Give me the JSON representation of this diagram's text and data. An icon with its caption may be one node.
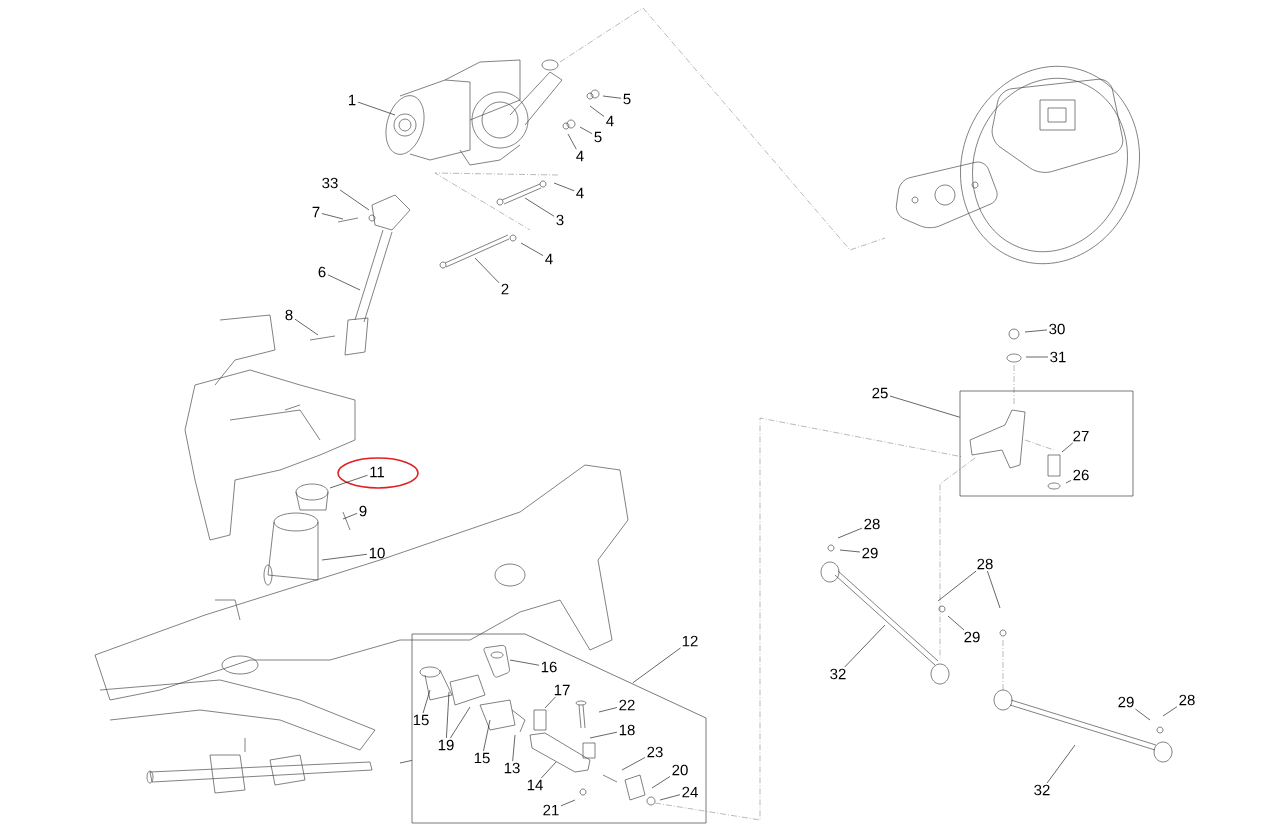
{
  "diagram": {
    "nodes": [
      {
        "text": [
          "1"
        ]
      },
      {
        "text": [
          "5"
        ]
      },
      {
        "text": [
          "4"
        ]
      },
      {
        "text": [
          "5"
        ]
      },
      {
        "text": [
          "4"
        ]
      },
      {
        "text": [
          "33"
        ]
      },
      {
        "text": [
          "4"
        ]
      },
      {
        "text": [
          "7"
        ]
      },
      {
        "text": [
          "3"
        ]
      },
      {
        "text": [
          "4"
        ]
      },
      {
        "text": [
          "6"
        ]
      },
      {
        "text": [
          "2"
        ]
      },
      {
        "text": [
          "8"
        ]
      },
      {
        "text": [
          "30"
        ]
      },
      {
        "text": [
          "31"
        ]
      },
      {
        "text": [
          "25"
        ]
      },
      {
        "text": [],
        "shape": "box"
      },
      {
        "text": [
          "27"
        ],
        "in": 16
      },
      {
        "text": [
          "26"
        ],
        "in": 16
      },
      {
        "text": [
          "11"
        ]
      },
      {
        "text": [
          "9"
        ]
      },
      {
        "text": [
          "28"
        ]
      },
      {
        "text": [
          "29"
        ]
      },
      {
        "text": [
          "10"
        ]
      },
      {
        "text": [
          "28"
        ]
      },
      {
        "text": [
          "29"
        ]
      },
      {
        "text": [
          "12"
        ]
      },
      {
        "text": [],
        "shape": "box"
      },
      {
        "text": [
          "16"
        ],
        "in": 27
      },
      {
        "text": [
          "32"
        ]
      },
      {
        "text": [
          "17"
        ],
        "in": 27
      },
      {
        "text": [
          "29"
        ]
      },
      {
        "text": [
          "28"
        ]
      },
      {
        "text": [
          "22"
        ],
        "in": 27
      },
      {
        "text": [
          "15"
        ],
        "in": 27
      },
      {
        "text": [
          "18"
        ],
        "in": 27
      },
      {
        "text": [
          "19"
        ],
        "in": 27
      },
      {
        "text": [
          "23"
        ],
        "in": 27
      },
      {
        "text": [
          "15"
        ],
        "in": 27
      },
      {
        "text": [
          "13"
        ],
        "in": 27
      },
      {
        "text": [
          "20"
        ],
        "in": 27
      },
      {
        "text": [
          "14"
        ],
        "in": 27
      },
      {
        "text": [
          "32"
        ]
      },
      {
        "text": [
          "24"
        ],
        "in": 27
      },
      {
        "text": [
          "21"
        ],
        "in": 27
      }
    ],
    "edges": [
      {
        "from": 0,
        "to": null,
        "arrow": "none"
      },
      {
        "from": 1,
        "to": null,
        "arrow": "none"
      },
      {
        "from": 2,
        "to": null,
        "arrow": "none"
      },
      {
        "from": 3,
        "to": null,
        "arrow": "none"
      },
      {
        "from": 4,
        "to": null,
        "arrow": "none"
      },
      {
        "from": 5,
        "to": null,
        "arrow": "none"
      },
      {
        "from": 6,
        "to": null,
        "arrow": "none"
      },
      {
        "from": 7,
        "to": null,
        "arrow": "none"
      },
      {
        "from": 8,
        "to": null,
        "arrow": "none"
      },
      {
        "from": 9,
        "to": null,
        "arrow": "none"
      },
      {
        "from": 10,
        "to": null,
        "arrow": "none"
      },
      {
        "from": 11,
        "to": null,
        "arrow": "none"
      },
      {
        "from": 12,
        "to": null,
        "arrow": "none"
      },
      {
        "from": 13,
        "to": null,
        "arrow": "none"
      },
      {
        "from": 14,
        "to": null,
        "arrow": "none"
      },
      {
        "from": 15,
        "to": 16,
        "arrow": "none"
      },
      {
        "from": 17,
        "to": null,
        "arrow": "none"
      },
      {
        "from": 18,
        "to": null,
        "arrow": "none"
      },
      {
        "from": 19,
        "to": null,
        "arrow": "none"
      },
      {
        "from": 20,
        "to": null,
        "arrow": "none"
      },
      {
        "from": 21,
        "to": null,
        "arrow": "none"
      },
      {
        "from": 22,
        "to": null,
        "arrow": "none"
      },
      {
        "from": 23,
        "to": null,
        "arrow": "none"
      },
      {
        "from": 24,
        "to": null,
        "arrow": "none"
      },
      {
        "from": 24,
        "to": null,
        "arrow": "none"
      },
      {
        "from": 25,
        "to": null,
        "arrow": "none"
      },
      {
        "from": 26,
        "to": 27,
        "arrow": "none"
      },
      {
        "from": 28,
        "to": null,
        "arrow": "none"
      },
      {
        "from": 29,
        "to": null,
        "arrow": "none"
      },
      {
        "from": 30,
        "to": null,
        "arrow": "none"
      },
      {
        "from": 31,
        "to": null,
        "arrow": "none"
      },
      {
        "from": 32,
        "to": null,
        "arrow": "none"
      },
      {
        "from": 33,
        "to": null,
        "arrow": "none"
      },
      {
        "from": 34,
        "to": null,
        "arrow": "none"
      },
      {
        "from": 35,
        "to": null,
        "arrow": "none"
      },
      {
        "from": 36,
        "to": null,
        "arrow": "none"
      },
      {
        "from": 36,
        "to": null,
        "arrow": "none"
      },
      {
        "from": 37,
        "to": null,
        "arrow": "none"
      },
      {
        "from": 38,
        "to": null,
        "arrow": "none"
      },
      {
        "from": 39,
        "to": null,
        "arrow": "none"
      },
      {
        "from": 40,
        "to": null,
        "arrow": "none"
      },
      {
        "from": 41,
        "to": null,
        "arrow": "none"
      },
      {
        "from": 42,
        "to": null,
        "arrow": "none"
      },
      {
        "from": 43,
        "to": null,
        "arrow": "none"
      },
      {
        "from": 44,
        "to": null,
        "arrow": "none"
      },
      {
        "from": null,
        "to": 27,
        "arrow": "none"
      }
    ]
  }
}
